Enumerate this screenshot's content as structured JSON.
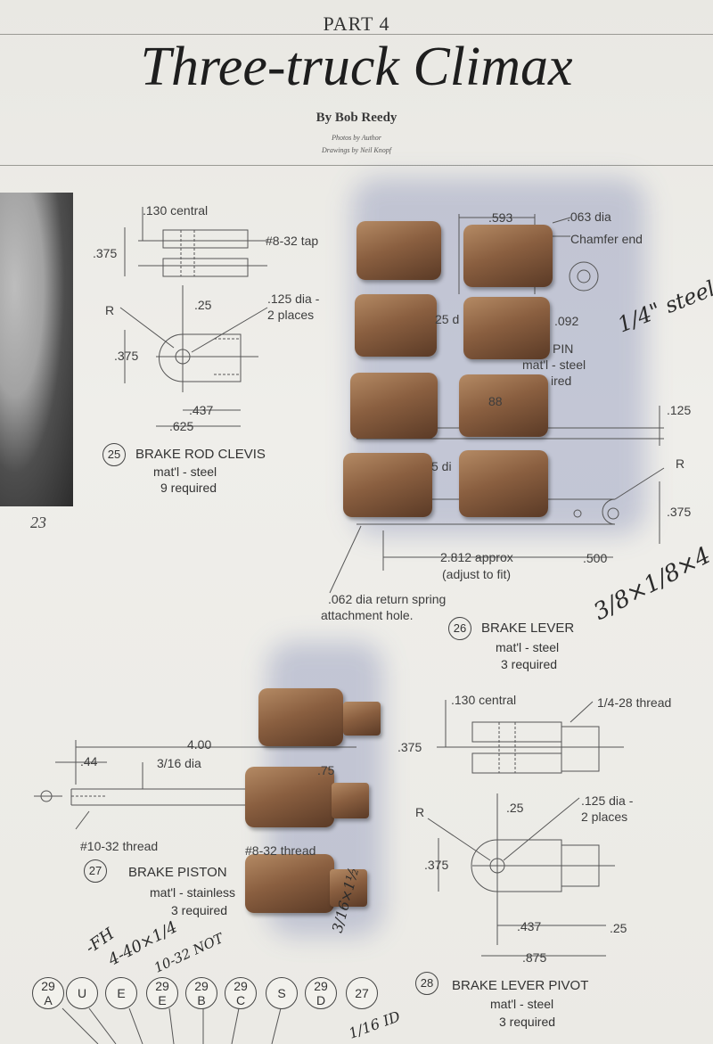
{
  "header": {
    "part": "PART 4",
    "title": "Three-truck Climax",
    "byline": "By Bob Reedy",
    "photo_credit": "Photos by Author",
    "drawing_credit": "Drawings by Neil Knopf"
  },
  "photo": {
    "figure_number": "23"
  },
  "part25": {
    "number": "25",
    "name": "BRAKE ROD CLEVIS",
    "material": "mat'l - steel",
    "quantity": "9 required",
    "dims": {
      "central": ".130 central",
      "height": ".375",
      "tap": "#8-32 tap",
      "r": "R",
      "d25": ".25",
      "hole": ".125 dia -",
      "hole2": "2 places",
      "height2": ".375",
      "d437": ".437",
      "d625": ".625"
    }
  },
  "part26": {
    "number": "26",
    "name": "BRAKE LEVER",
    "material": "mat'l - steel",
    "quantity": "3 required",
    "dims": {
      "d593": ".593",
      "d063": ".063 dia",
      "chamfer": "Chamfer end",
      "d092": ".092",
      "pin": "PIN",
      "pin_mat": "mat'l - steel",
      "pin_req": "ired",
      "d125": ".125",
      "r": "R",
      "d375": ".375",
      "length": "2.812 approx",
      "adjust": "(adjust to fit)",
      "d500": ".500",
      "spring": ".062 dia return spring",
      "spring2": "attachment hole.",
      "frag1": "25 d",
      "frag2": "5 di",
      "frag3": "88"
    }
  },
  "part27": {
    "number": "27",
    "name": "BRAKE PISTON",
    "material": "mat'l - stainless",
    "quantity": "3 required",
    "dims": {
      "d400": "4.00",
      "d44": ".44",
      "d316": "3/16 dia",
      "d75": ".75",
      "thread": "#10-32 thread",
      "thread2": "#8-32 thread"
    }
  },
  "part28": {
    "number": "28",
    "name": "BRAKE LEVER PIVOT",
    "material": "mat'l - steel",
    "quantity": "3 required",
    "dims": {
      "central": ".130 central",
      "thread": "1/4-28 thread",
      "d375": ".375",
      "d25": ".25",
      "hole": ".125 dia -",
      "hole2": "2 places",
      "r": "R",
      "d375b": ".375",
      "d437": ".437",
      "d25b": ".25",
      "d875": ".875"
    }
  },
  "handwriting": {
    "steel": "1/4\" steel",
    "size": "3/8×1/8×4",
    "fh": "-FH",
    "screw": "4-40×1/4",
    "not": "10-32 NOT",
    "dim": "3/16×1½",
    "id": "1/16 ID"
  },
  "bottom_circles": [
    {
      "top": "29",
      "bottom": "A"
    },
    {
      "top": "U",
      "bottom": ""
    },
    {
      "top": "E",
      "bottom": ""
    },
    {
      "top": "29",
      "bottom": "E"
    },
    {
      "top": "29",
      "bottom": "B"
    },
    {
      "top": "29",
      "bottom": "C"
    },
    {
      "top": "S",
      "bottom": ""
    },
    {
      "top": "29",
      "bottom": "D"
    },
    {
      "top": "27",
      "bottom": ""
    }
  ]
}
